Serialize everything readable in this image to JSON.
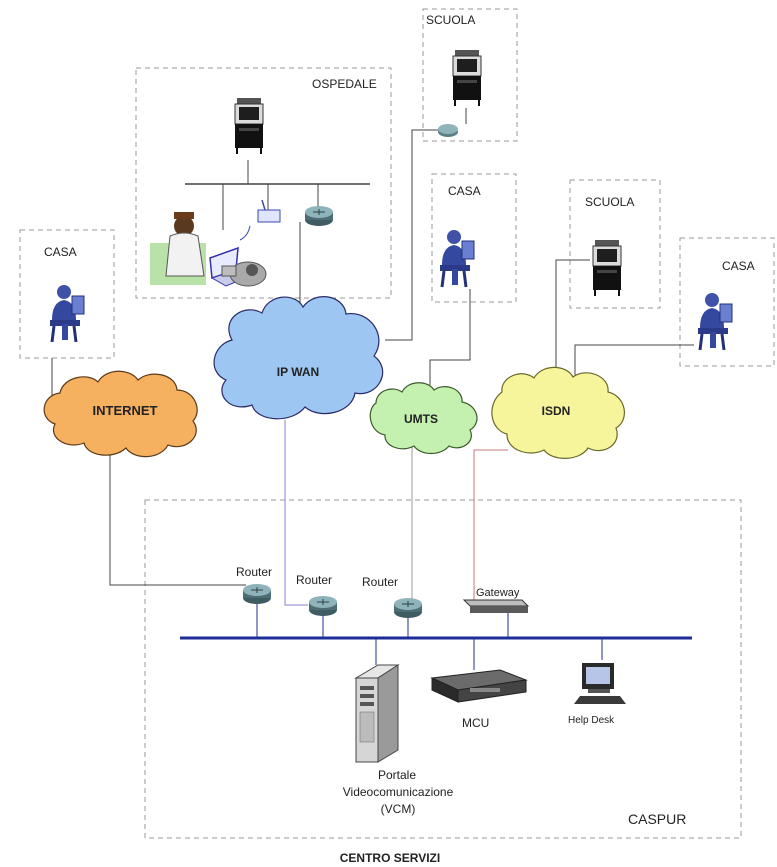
{
  "zones": {
    "ospedale": "OSPEDALE",
    "scuola_top": "SCUOLA",
    "casa_mid": "CASA",
    "scuola_right": "SCUOLA",
    "casa_right": "CASA",
    "casa_left": "CASA",
    "caspur": "CASPUR"
  },
  "clouds": {
    "internet": "INTERNET",
    "ipwan": "IP WAN",
    "umts": "UMTS",
    "isdn": "ISDN"
  },
  "devices": {
    "router1": "Router",
    "router2": "Router",
    "router3": "Router",
    "gateway": "Gateway",
    "mcu": "MCU",
    "helpdesk": "Help Desk",
    "portale": [
      "Portale",
      "Videocomunicazione",
      "(VCM)"
    ]
  },
  "footer": "CENTRO SERVIZI",
  "colors": {
    "ipwan": "#9ec6f3",
    "internet": "#f5b060",
    "umts": "#c4f0b0",
    "isdn": "#f6f59c",
    "lan": "#1f2d9a",
    "router": "#5c7f86",
    "person": "#2f3f8f"
  }
}
